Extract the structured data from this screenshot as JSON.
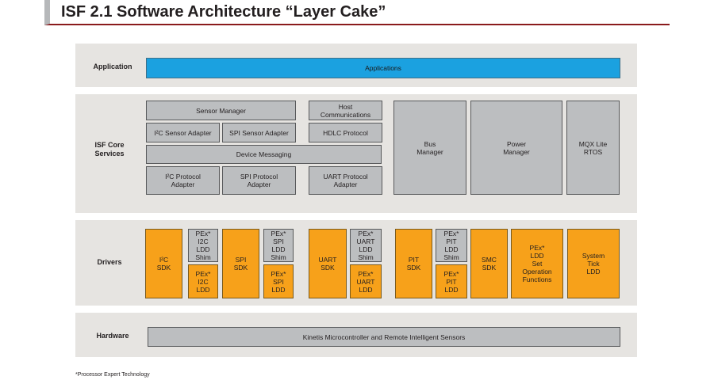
{
  "title": "ISF 2.1 Software Architecture “Layer Cake”",
  "layers": {
    "application": {
      "label": "Application",
      "applications": "Applications"
    },
    "core": {
      "label": "ISF Core\nServices",
      "sensor_manager": "Sensor Manager",
      "i2c_sensor_adapter": "I²C Sensor Adapter",
      "spi_sensor_adapter": "SPI Sensor Adapter",
      "device_messaging": "Device Messaging",
      "i2c_protocol_adapter": "I²C Protocol\nAdapter",
      "spi_protocol_adapter": "SPI Protocol\nAdapter",
      "host_communications": "Host\nCommunications",
      "hdlc_protocol": "HDLC Protocol",
      "uart_protocol_adapter": "UART Protocol\nAdapter",
      "bus_manager": "Bus\nManager",
      "power_manager": "Power\nManager",
      "mqx_lite_rtos": "MQX Lite\nRTOS"
    },
    "drivers": {
      "label": "Drivers",
      "i2c_sdk": "I²C\nSDK",
      "pex_i2c_ldd_shim": "PEx*\nI2C\nLDD\nShim",
      "pex_i2c_ldd": "PEx*\nI2C\nLDD",
      "spi_sdk": "SPI\nSDK",
      "pex_spi_ldd_shim": "PEx*\nSPI\nLDD\nShim",
      "pex_spi_ldd": "PEx*\nSPI\nLDD",
      "uart_sdk": "UART\nSDK",
      "pex_uart_ldd_shim": "PEx*\nUART\nLDD\nShim",
      "pex_uart_ldd": "PEx*\nUART\nLDD",
      "pit_sdk": "PIT\nSDK",
      "pex_pit_ldd_shim": "PEx*\nPIT\nLDD\nShim",
      "pex_pit_ldd": "PEx*\nPIT\nLDD",
      "smc_sdk": "SMC\nSDK",
      "pex_ldd_set_operation_functions": "PEx*\nLDD\nSet\nOperation\nFunctions",
      "system_tick_ldd": "System\nTick\nLDD"
    },
    "hardware": {
      "label": "Hardware",
      "kinetis": "Kinetis Microcontroller and Remote Intelligent Sensors"
    }
  },
  "footnote": "*Processor Expert Technology",
  "colors": {
    "title_rule": "#8a1a1c",
    "layer_bg": "#e6e4e1",
    "gray_box": "#bcbec0",
    "orange_box": "#f7a11a",
    "blue_box": "#1ba1e0"
  }
}
